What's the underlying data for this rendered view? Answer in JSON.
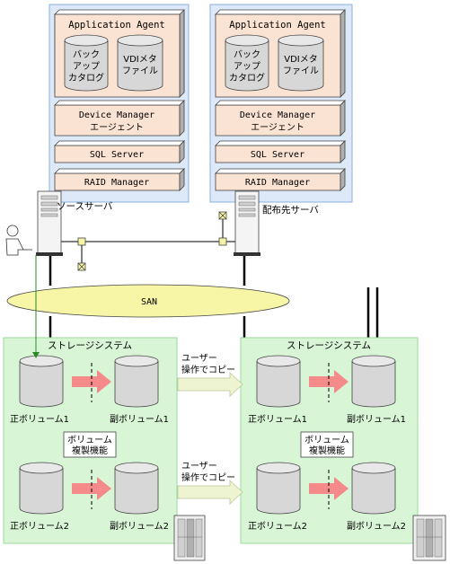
{
  "colors": {
    "server_panel_fill": "#dde8f8",
    "server_panel_stroke": "#8ab0e0",
    "box_fill": "#fbe3d3",
    "box_dark": "#b0b0b0",
    "cylinder_fill": "#d7d7d7",
    "storage_fill": "#d8f5d6",
    "storage_stroke": "#9bd89b",
    "san_fill": "#f6f6a6",
    "arrow_red": "#f48a8a",
    "arrow_copy": "#eef3d2"
  },
  "left_server": {
    "agent_title": "Application Agent",
    "catalog_lines": [
      "バック",
      "アップ",
      "カタログ"
    ],
    "vdi_lines": [
      "VDIメタ",
      "ファイル"
    ],
    "device_manager_lines": [
      "Device Manager",
      "エージェント"
    ],
    "sql_server": "SQL Server",
    "raid_manager": "RAID Manager",
    "host_label": "ソースサーバ"
  },
  "right_server": {
    "agent_title": "Application Agent",
    "catalog_lines": [
      "バック",
      "アップ",
      "カタログ"
    ],
    "vdi_lines": [
      "VDIメタ",
      "ファイル"
    ],
    "device_manager_lines": [
      "Device Manager",
      "エージェント"
    ],
    "sql_server": "SQL Server",
    "raid_manager": "RAID Manager",
    "host_label": "配布先サーバ"
  },
  "san_label": "SAN",
  "left_storage": {
    "title": "ストレージシステム",
    "primary_1": "正ボリューム1",
    "secondary_1": "副ボリューム1",
    "replication_lines": [
      "ボリューム",
      "複製機能"
    ],
    "primary_2": "正ボリューム2",
    "secondary_2": "副ボリューム2"
  },
  "right_storage": {
    "title": "ストレージシステム",
    "primary_1": "正ボリューム1",
    "secondary_1": "副ボリューム1",
    "replication_lines": [
      "ボリューム",
      "複製機能"
    ],
    "primary_2": "正ボリューム2",
    "secondary_2": "副ボリューム2"
  },
  "copy_arrows": [
    {
      "lines": [
        "ユーザー",
        "操作でコピー"
      ]
    },
    {
      "lines": [
        "ユーザー",
        "操作でコピー"
      ]
    }
  ]
}
